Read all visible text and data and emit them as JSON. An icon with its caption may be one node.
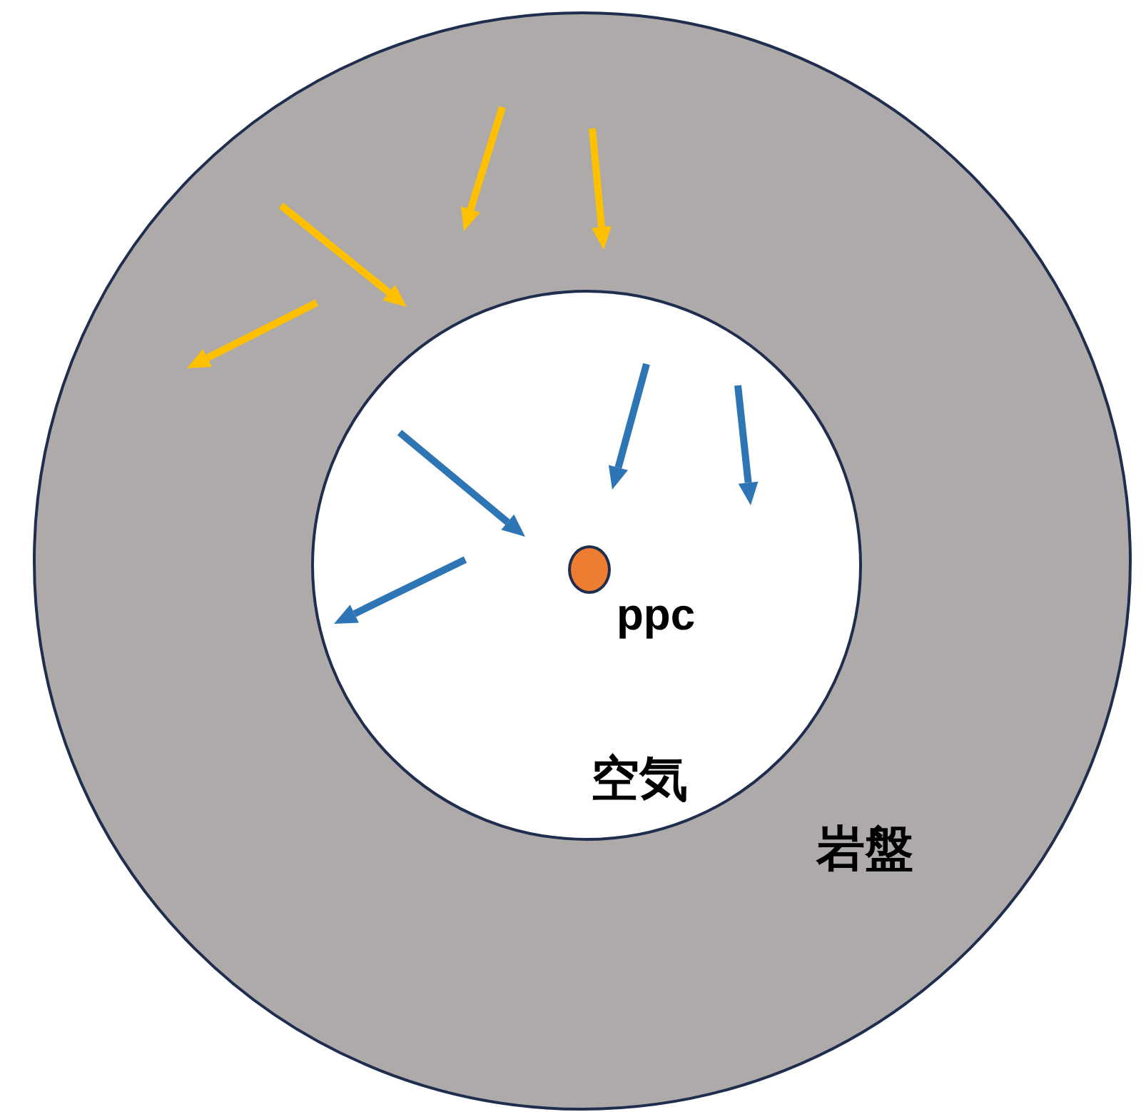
{
  "diagram": {
    "nodes": [
      {
        "text": [
          "岩盤"
        ]
      },
      {
        "text": [
          "空気"
        ],
        "in": 0
      },
      {
        "text": [],
        "shape": "circle",
        "in": 1,
        "beside": [
          "ppc"
        ]
      }
    ]
  }
}
